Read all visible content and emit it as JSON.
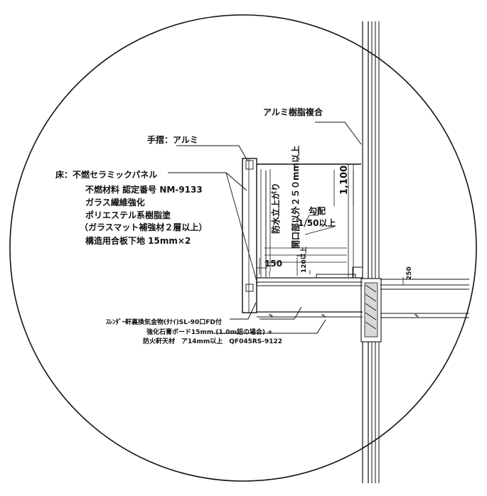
{
  "diagram": {
    "labels": {
      "aluminum_resin_composite": "アルミ樹脂複合",
      "handrail": "手摺：アルミ",
      "floor_head": "床：不燃セラミックパネル",
      "floor_line2": "不燃材料 認定番号 NM-9133",
      "floor_line3": "ガラス繊維強化",
      "floor_line4": "ポリエステル系樹脂塗",
      "floor_line5": "（ガラスマット補強材２層以上）",
      "floor_line6": "構造用合板下地 15mm×2",
      "waterproof_rise": "防水立上がり",
      "opening_height": "開口部以外２５０mm以上",
      "dimension_1100": "1,100",
      "slope": "勾配",
      "slope_ratio": "1/50以上",
      "dim_150": "150",
      "dim_120": "120以上",
      "dim_250": "250",
      "vent": "ｽﾚﾝﾀﾞｰ軒裏換気金物(ﾀﾅｲ)SL-90口FD付",
      "board": "強化石膏ボード15mm (1.0m超の場合) +",
      "fire_soffit": "防火軒天材　ア14mm以上　QF045RS-9122"
    }
  }
}
